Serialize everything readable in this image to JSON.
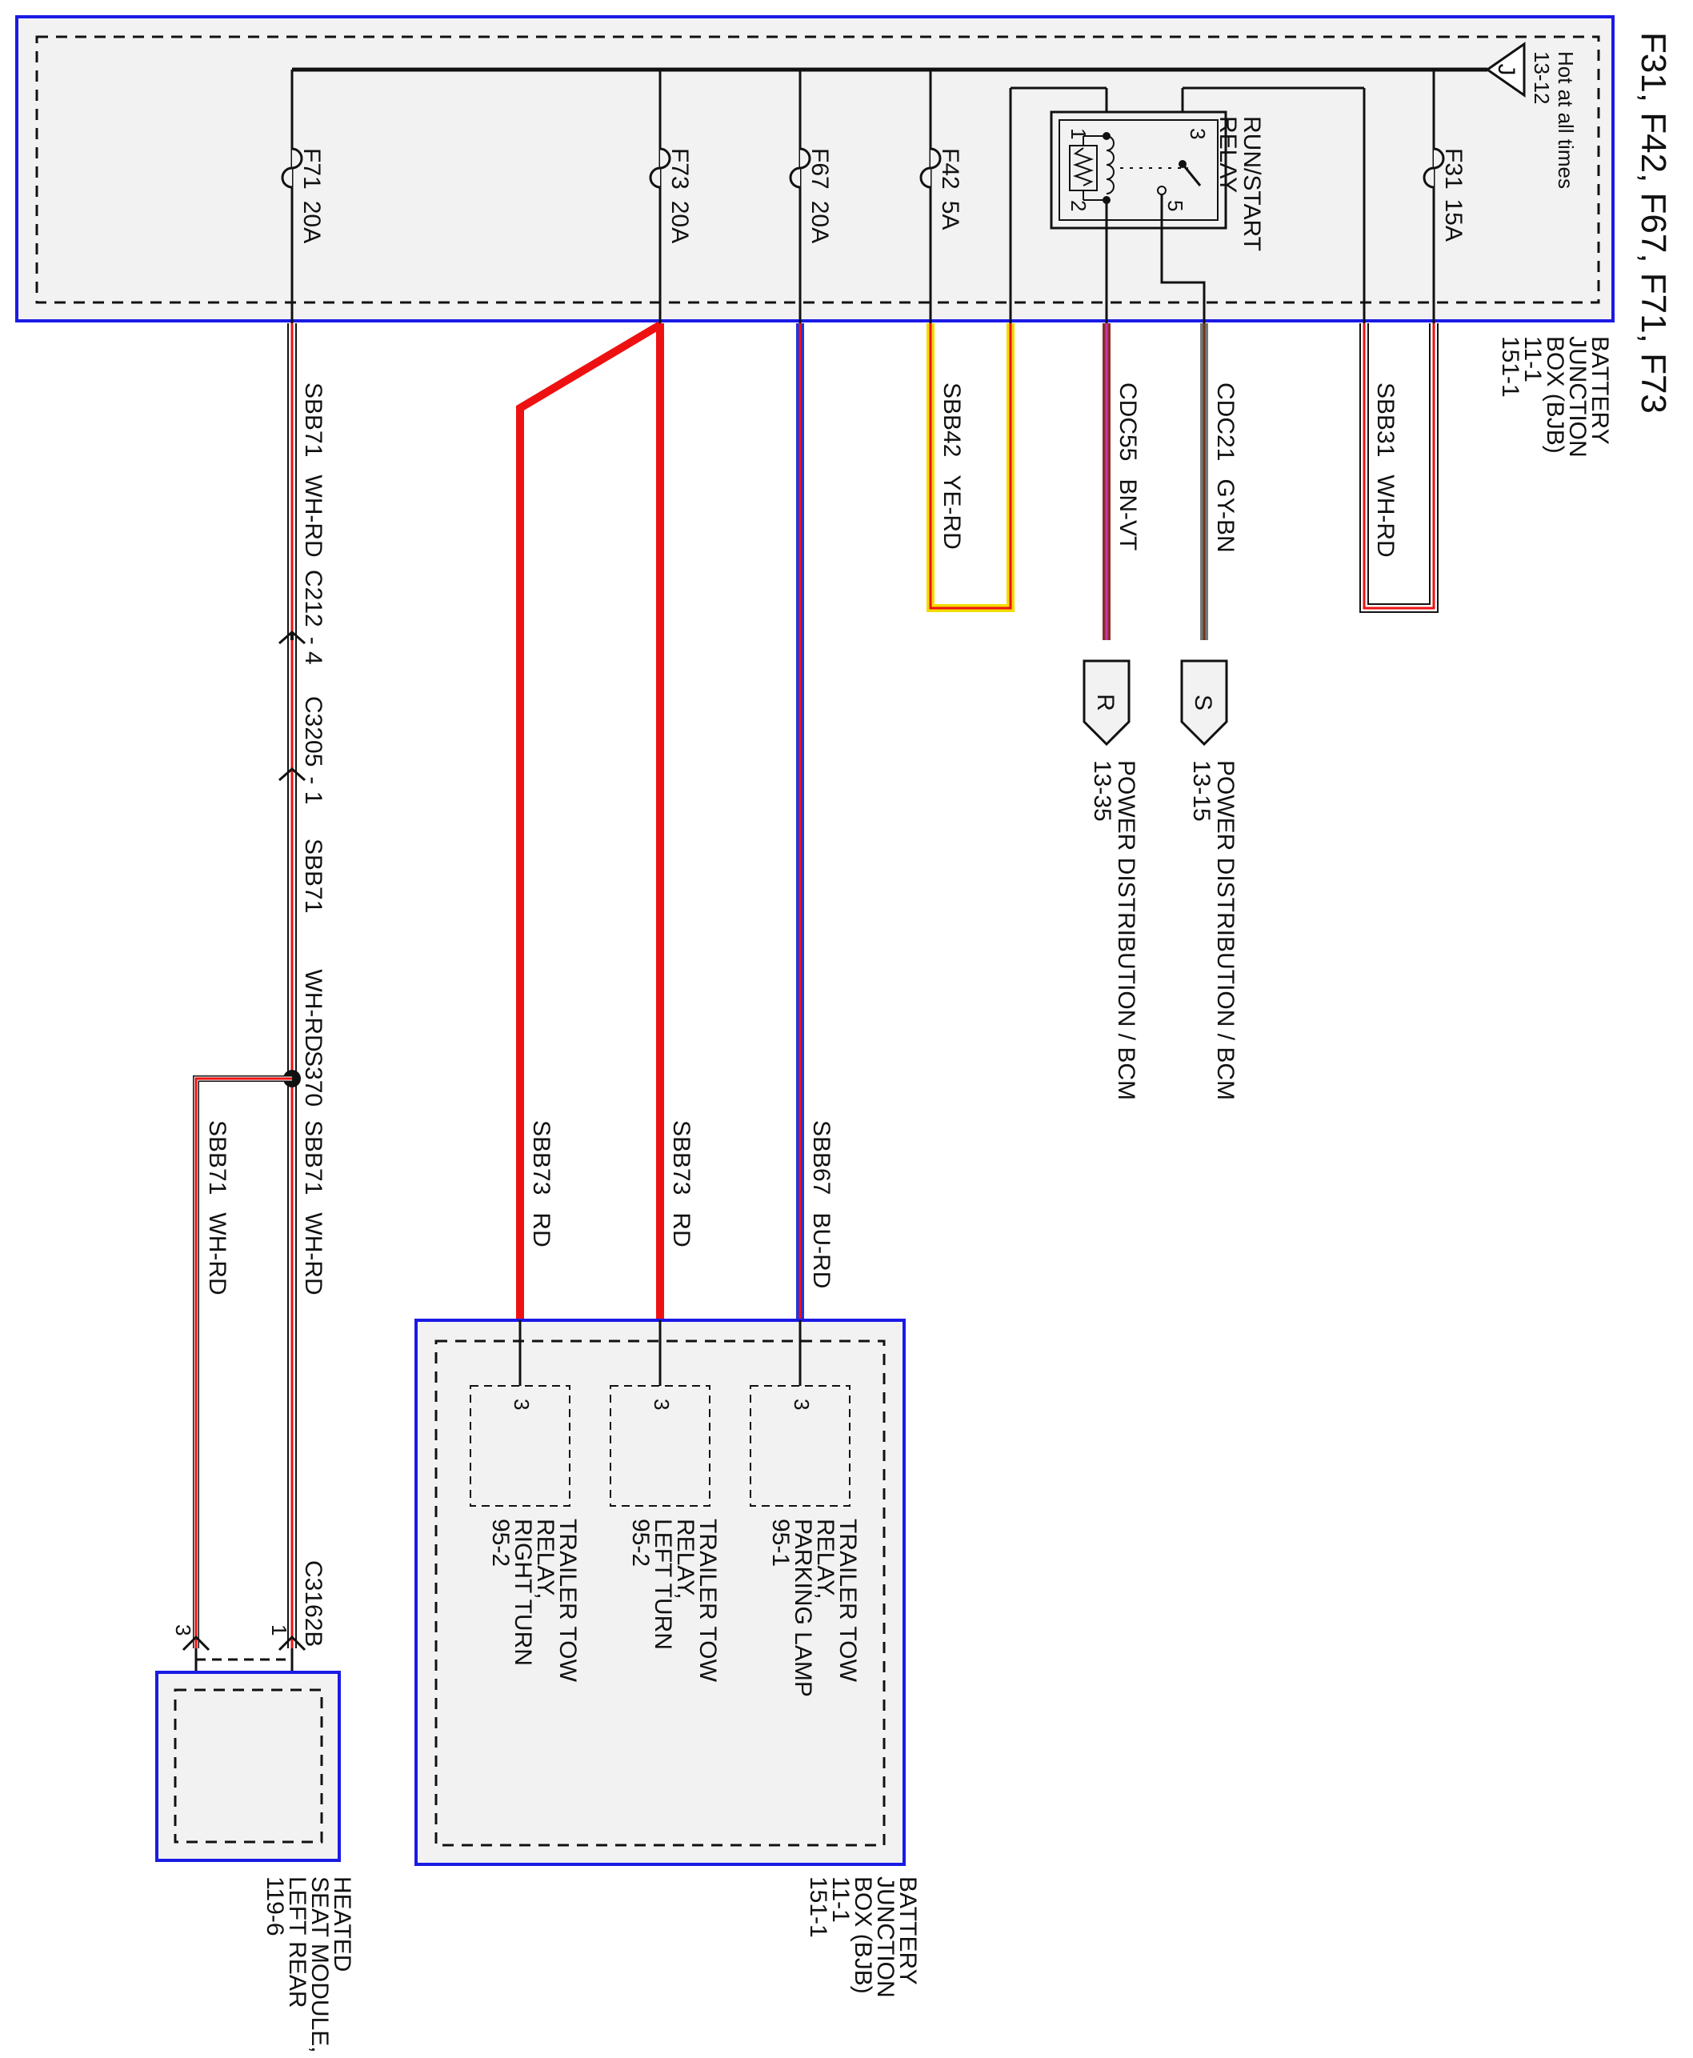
{
  "title": "F31, F42, F67, F71, F73",
  "top_box": {
    "name_lines": [
      "BATTERY",
      "JUNCTION",
      "BOX (BJB)",
      "11-1",
      "151-1"
    ],
    "hot_lines": [
      "Hot at all times",
      "13-12"
    ],
    "connector_letter": "J"
  },
  "relay": {
    "name_lines": [
      "RUN/START",
      "RELAY"
    ],
    "pin1": "1",
    "pin2": "2",
    "pin3": "3",
    "pin5": "5"
  },
  "fuses": [
    {
      "id": "F71",
      "rating": "20A"
    },
    {
      "id": "F73",
      "rating": "20A"
    },
    {
      "id": "F67",
      "rating": "20A"
    },
    {
      "id": "F42",
      "rating": "5A"
    },
    {
      "id": "F31",
      "rating": "15A"
    }
  ],
  "wires": {
    "sbb71": {
      "circuit": "SBB71",
      "color": "WH-RD"
    },
    "sbb73": {
      "circuit": "SBB73",
      "color": "RD"
    },
    "sbb67": {
      "circuit": "SBB67",
      "color": "BU-RD"
    },
    "sbb42": {
      "circuit": "SBB42",
      "color": "YE-RD"
    },
    "cdc55": {
      "circuit": "CDC55",
      "color": "BN-VT"
    },
    "cdc21": {
      "circuit": "CDC21",
      "color": "GY-BN"
    },
    "sbb31": {
      "circuit": "SBB31",
      "color": "WH-RD"
    }
  },
  "connectors": {
    "c212": "C212",
    "c212_pin": "- 4",
    "c3205": "C3205",
    "c3205_pin": "- 1",
    "s370": "S370",
    "c3162b": "C3162B",
    "pin1": "1",
    "pin3": "3"
  },
  "offpage": {
    "r": {
      "letter": "R",
      "dest": "POWER DISTRIBUTION / BCM",
      "page": "13-35"
    },
    "s": {
      "letter": "S",
      "dest": "POWER DISTRIBUTION / BCM",
      "page": "13-15"
    }
  },
  "bottom_box": {
    "name_lines": [
      "BATTERY",
      "JUNCTION",
      "BOX (BJB)",
      "11-1",
      "151-1"
    ],
    "relays": [
      {
        "pin": "3",
        "lines": [
          "TRAILER TOW",
          "RELAY,",
          "PARKING LAMP",
          "95-1"
        ]
      },
      {
        "pin": "3",
        "lines": [
          "TRAILER TOW",
          "RELAY,",
          "LEFT TURN",
          "95-2"
        ]
      },
      {
        "pin": "3",
        "lines": [
          "TRAILER TOW",
          "RELAY,",
          "RIGHT TURN",
          "95-2"
        ]
      }
    ]
  },
  "heated_seat": {
    "name_lines": [
      "HEATED",
      "SEAT MODULE,",
      "LEFT REAR",
      "119-6"
    ]
  },
  "colors": {
    "border_blue": "#1a1ae6",
    "wire_red": "#ee1111",
    "wire_blue": "#2233dd",
    "wire_yellow": "#f2dd00",
    "wire_black": "#111111",
    "box_fill": "#f2f2f2"
  }
}
